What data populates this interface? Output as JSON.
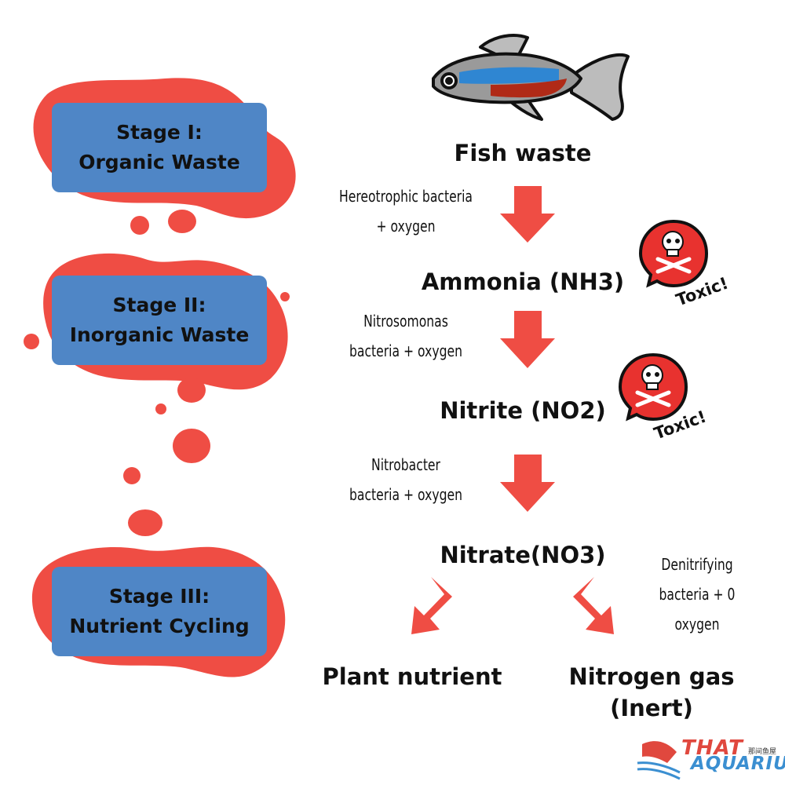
{
  "colors": {
    "stage_box": "#4f86c6",
    "splash": "#ef4d44",
    "arrow": "#ef4d44",
    "text": "#111111",
    "toxic_badge": "#e8322f",
    "fish_stripe_blue": "#2f86d2",
    "fish_stripe_red": "#b02a17"
  },
  "stages": [
    {
      "line1": "Stage I:",
      "line2": "Organic Waste"
    },
    {
      "line1": "Stage II:",
      "line2": "Inorganic Waste"
    },
    {
      "line1": "Stage III:",
      "line2": "Nutrient Cycling"
    }
  ],
  "nodes": {
    "fish_waste": "Fish waste",
    "ammonia": "Ammonia (NH3)",
    "nitrite": "Nitrite (NO2)",
    "nitrate": "Nitrate(NO3)",
    "plant_nutrient": "Plant nutrient",
    "nitrogen_gas_line1": "Nitrogen gas",
    "nitrogen_gas_line2": "(Inert)"
  },
  "steps": {
    "heterotrophic": {
      "line1": "Hereotrophic bacteria",
      "line2": "+ oxygen"
    },
    "nitrosomonas": {
      "line1": "Nitrosomonas",
      "line2": "bacteria + oxygen"
    },
    "nitrobacter": {
      "line1": "Nitrobacter",
      "line2": "bacteria + oxygen"
    },
    "denitrifying": {
      "line1": "Denitrifying",
      "line2": "bacteria + 0",
      "line3": "oxygen"
    }
  },
  "toxic_label": "Toxic!",
  "logo": {
    "line1": "THAT",
    "line2": "AQUARIUM",
    "cjk": "那间鱼屋",
    "mark_text": "THAT"
  },
  "icons": [
    "fish-illustration",
    "skull-crossbones-icon",
    "down-arrow-icon"
  ]
}
